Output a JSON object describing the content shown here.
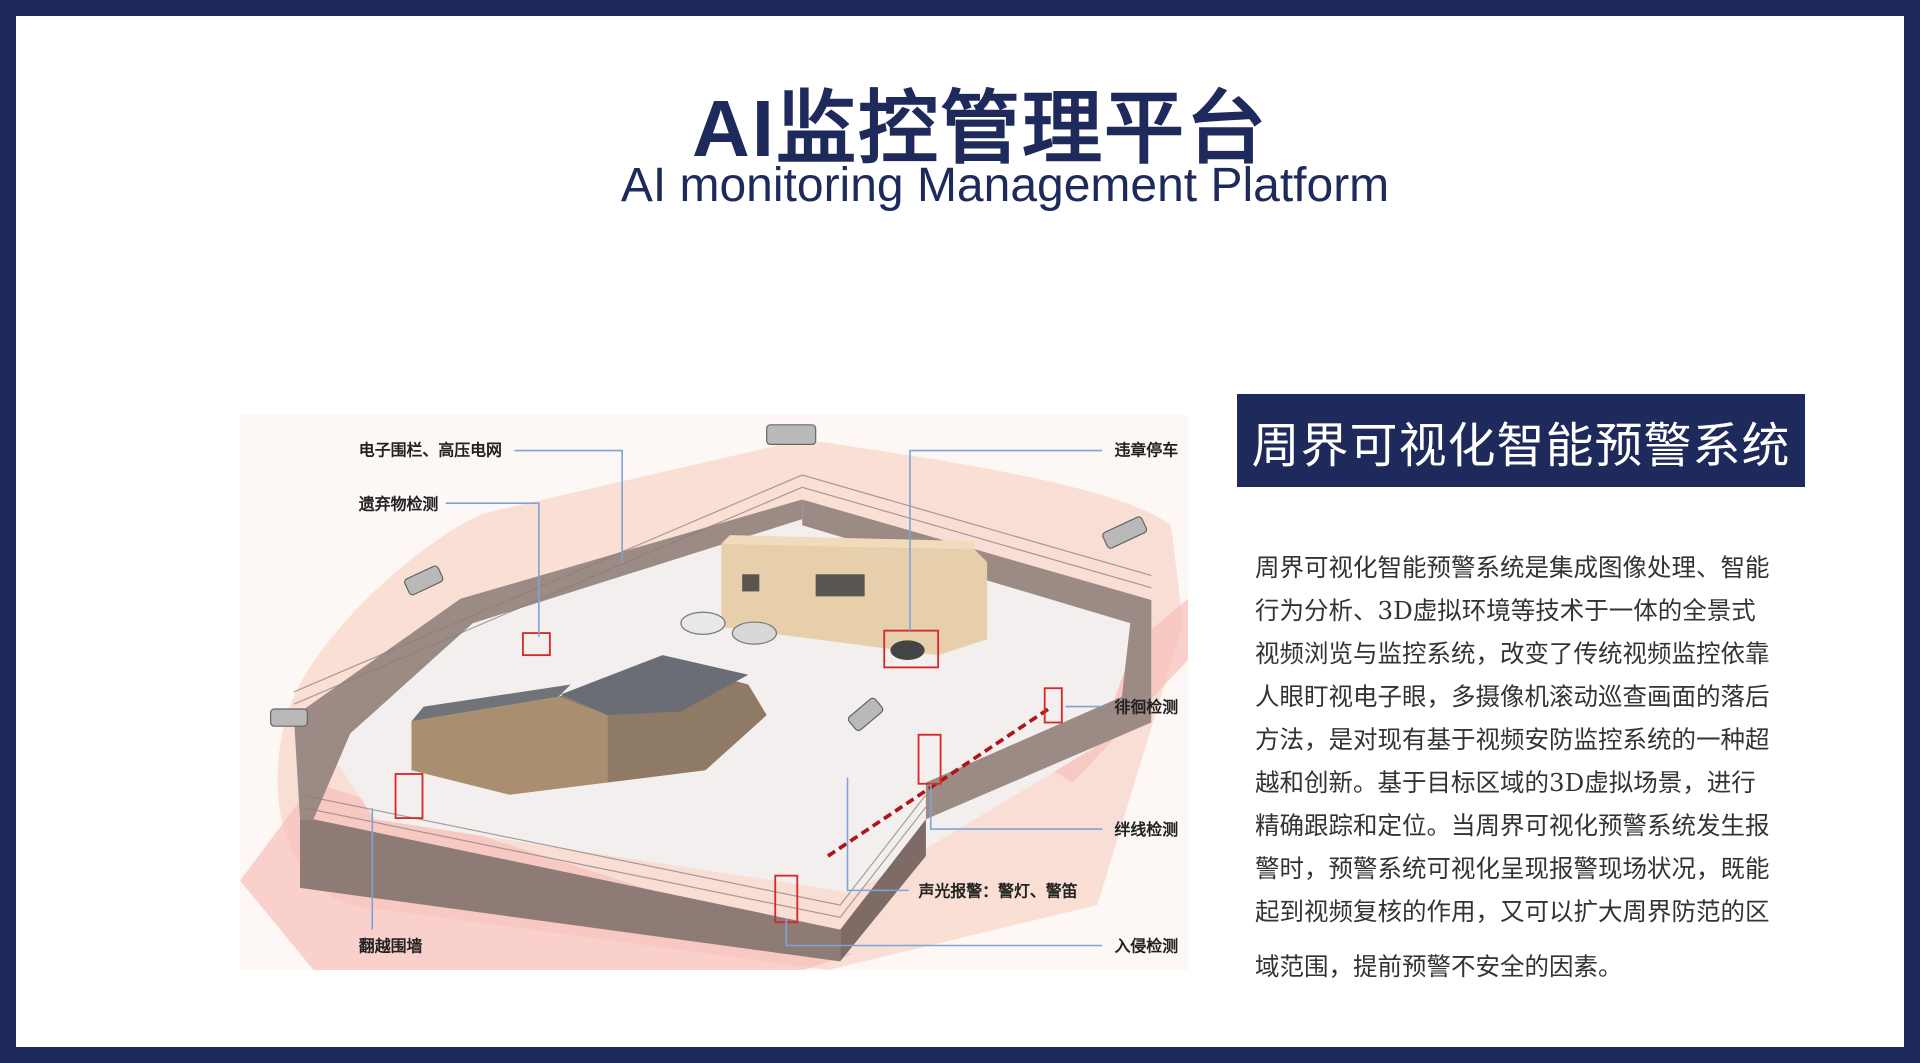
{
  "header": {
    "title": "AI监控管理平台",
    "subtitle": "AI monitoring Management Platform"
  },
  "section": {
    "heading": "周界可视化智能预警系统",
    "lines": [
      "周界可视化智能预警系统是集成图像处理、智能",
      "行为分析、3D虚拟环境等技术于一体的全景式",
      "视频浏览与监控系统，改变了传统视频监控依靠",
      "人眼盯视电子眼，多摄像机滚动巡查画面的落后",
      "方法，是对现有基于视频安防监控系统的一种超",
      "越和创新。基于目标区域的3D虚拟场景，进行",
      "精确跟踪和定位。当周界可视化预警系统发生报",
      "警时，预警系统可视化呈现报警现场状况，既能",
      "起到视频复核的作用，又可以扩大周界防范的区",
      "域范围，提前预警不安全的因素。"
    ]
  },
  "diagram": {
    "labels": {
      "fence": "电子围栏、高压电网",
      "abandoned": "遗弃物检测",
      "parking": "违章停车",
      "loitering": "徘徊检测",
      "tripwire": "绊线检测",
      "alarm": "声光报警：警灯、警笛",
      "climb": "翻越围墙",
      "intrusion": "入侵检测"
    }
  },
  "colors": {
    "navy": "#1f2a5c",
    "alert": "#d62a2a",
    "leader": "#7fa3d6"
  }
}
